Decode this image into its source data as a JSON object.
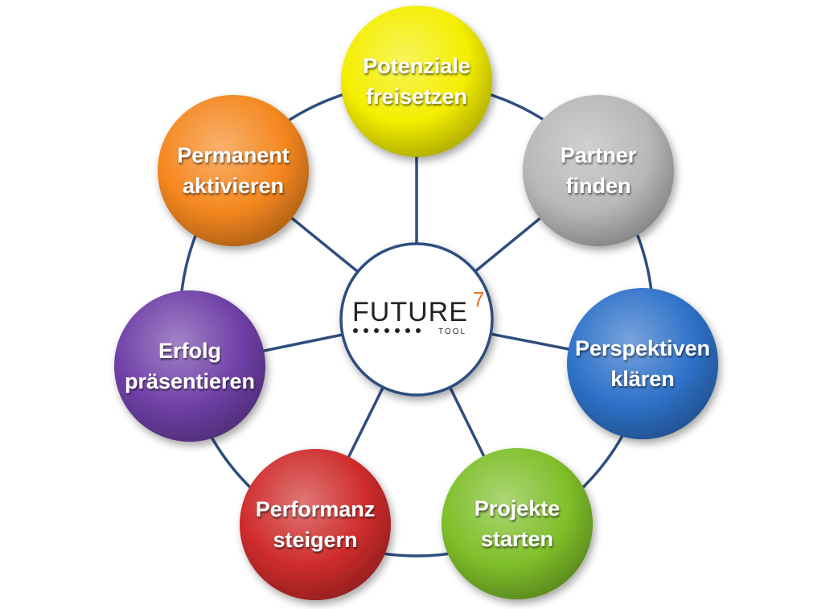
{
  "center": {
    "logo_word": "FUTURE",
    "logo_superscript": "7",
    "logo_subtitle": "TOOL"
  },
  "nodes": [
    {
      "id": "potenziale",
      "lines": [
        "Potenziale",
        "freisetzen"
      ],
      "color": "#f4ee00"
    },
    {
      "id": "partner",
      "lines": [
        "Partner",
        "finden"
      ],
      "color": "#b8b8b8"
    },
    {
      "id": "perspektiven",
      "lines": [
        "Perspektiven",
        "klären"
      ],
      "color": "#2f72c9"
    },
    {
      "id": "projekte",
      "lines": [
        "Projekte",
        "starten"
      ],
      "color": "#7fbf2a"
    },
    {
      "id": "performanz",
      "lines": [
        "Performanz",
        "steigern"
      ],
      "color": "#cf2c2c"
    },
    {
      "id": "erfolg",
      "lines": [
        "Erfolg",
        "präsentieren"
      ],
      "color": "#7040a8"
    },
    {
      "id": "permanent",
      "lines": [
        "Permanent",
        "aktivieren"
      ],
      "color": "#f5871f"
    }
  ],
  "colors": {
    "connector": "#2e4d7f"
  }
}
